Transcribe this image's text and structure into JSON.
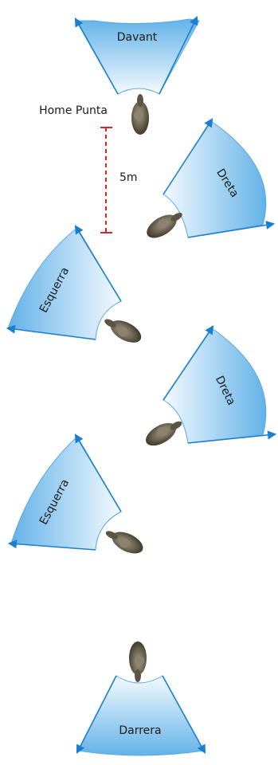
{
  "labels": {
    "front": "Davant",
    "point_man": "Home Punta",
    "distance": "5m",
    "right_1": "Dreta",
    "left_1": "Esquerra",
    "right_2": "Dreta",
    "left_2": "Esquerra",
    "rear": "Darrera"
  },
  "colors": {
    "sector_fill_edge": "#5fb0e8",
    "sector_fill_center": "#f4faff",
    "arrow": "#1a7fd0",
    "distance_marker": "#d62728",
    "soldier": "#6b6451"
  }
}
